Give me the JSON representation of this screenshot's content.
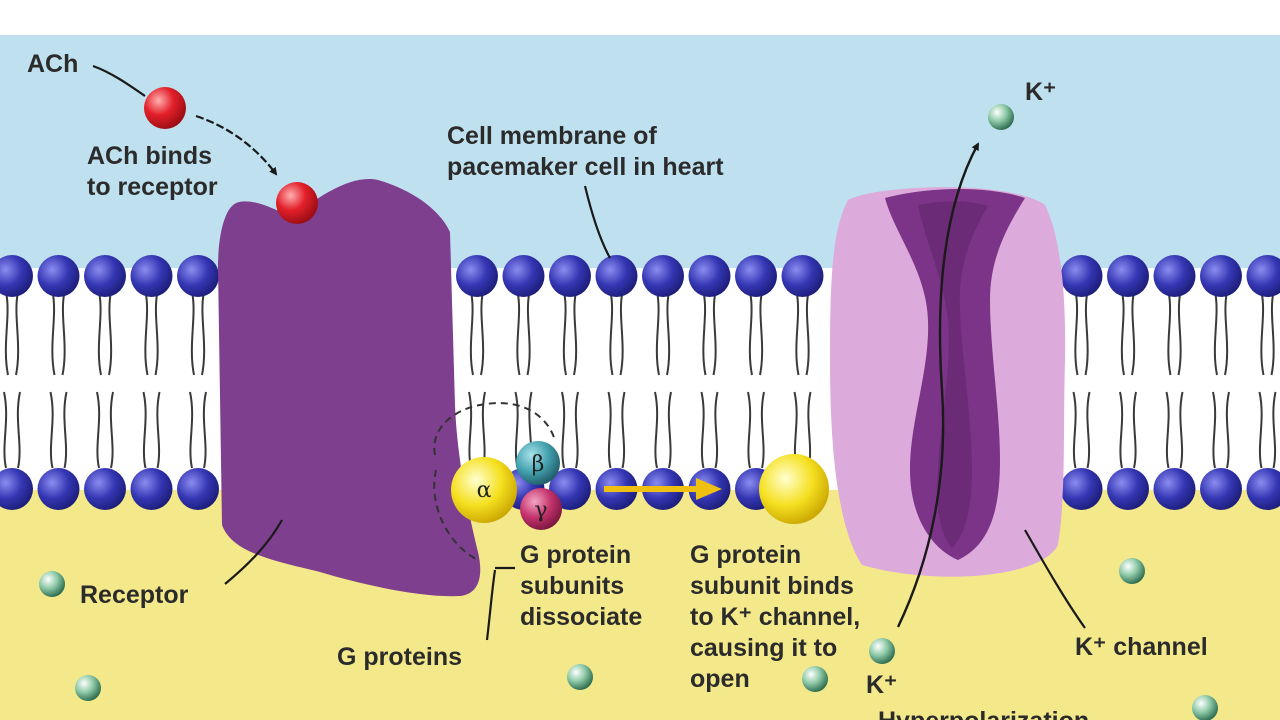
{
  "colors": {
    "extracellular": "#bfe1ef",
    "intracellular": "#f4e98a",
    "phospholipid_head": "#2e2fa6",
    "receptor": "#7e3f8f",
    "channel_outer": "#dcaadb",
    "channel_inner": "#7b3487",
    "ach": "#e0202a",
    "g_alpha": "#f2df1a",
    "g_beta": "#46a3b1",
    "g_gamma": "#c4336c",
    "k_ion": "#7fbf9a",
    "arrow": "#efc010"
  },
  "labels": {
    "ach": "ACh",
    "ach_binds": [
      "ACh binds",
      "to receptor"
    ],
    "membrane": [
      "Cell membrane of",
      "pacemaker cell in heart"
    ],
    "k_out": "K⁺",
    "receptor": "Receptor",
    "g_proteins": "G proteins",
    "dissociate": [
      "G protein",
      "subunits",
      "dissociate"
    ],
    "binds_channel": [
      "G protein",
      "subunit binds",
      "to K⁺ channel,",
      "causing it to",
      "open"
    ],
    "k_in": "K⁺",
    "k_channel": "K⁺ channel",
    "hyperpolarization": "Hyperpolarization"
  },
  "subunits": {
    "alpha": "α",
    "beta": "β",
    "gamma": "γ"
  }
}
